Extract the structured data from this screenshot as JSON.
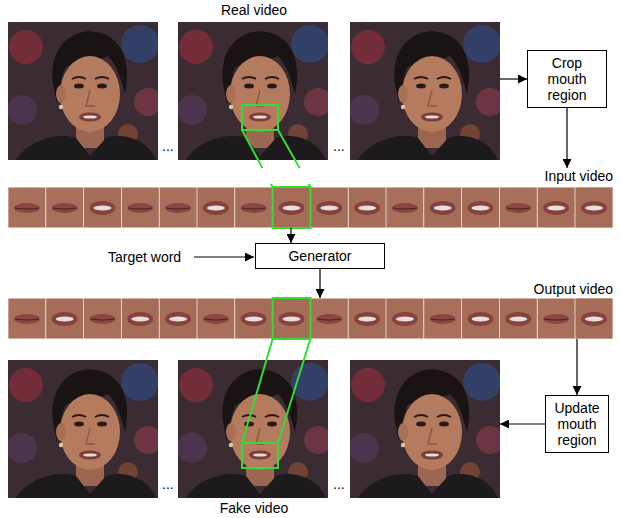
{
  "diagram": {
    "nodes": [
      {
        "text": [
          "Real video"
        ]
      },
      {
        "text": [
          "Crop mouth region"
        ]
      },
      {
        "text": [
          "Input video"
        ]
      },
      {
        "text": [
          "Generator"
        ]
      },
      {
        "text": [
          "Output video"
        ]
      },
      {
        "text": [
          "Update mouth region"
        ]
      },
      {
        "text": [
          "Fake video"
        ]
      }
    ],
    "edges": [
      {
        "from": 0,
        "to": 1,
        "arrow": "to"
      },
      {
        "from": 1,
        "to": 2,
        "arrow": "to"
      },
      {
        "from": 2,
        "to": 3,
        "arrow": "to"
      },
      {
        "from": 3,
        "to": 4,
        "arrow": "to"
      },
      {
        "from": 4,
        "to": 5,
        "arrow": "to"
      },
      {
        "from": 5,
        "to": 6,
        "arrow": "to"
      }
    ],
    "labels": [
      "Target word",
      "...",
      "...",
      "...",
      "..."
    ]
  }
}
